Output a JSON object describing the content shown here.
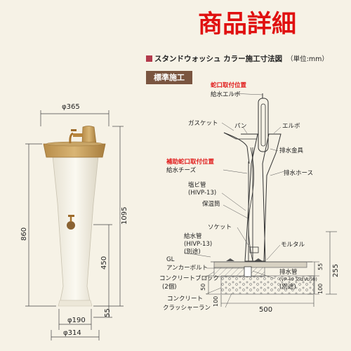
{
  "header": {
    "title": "商品詳細"
  },
  "diagram": {
    "subtitle": "スタンドウォッシュ カラー施工寸法図",
    "unit": "（単位:mm）",
    "badge": "標準施工",
    "labels": {
      "faucet_position": "蛇口取付位置",
      "water_elbow": "給水エルボ",
      "gasket": "ガスケット",
      "pan": "パン",
      "elbow": "エルボ",
      "drain_fitting": "排水金具",
      "aux_faucet_position": "補助蛇口取付位置",
      "water_tee": "給水チーズ",
      "drain_hose": "排水ホース",
      "pvc_pipe_1": "塩ビ管",
      "pvc_pipe_2": "(HIVP-13)",
      "insulation": "保温筒",
      "socket": "ソケット",
      "supply_pipe_1": "給水管",
      "supply_pipe_2": "(HIVP-13)",
      "supply_pipe_3": "(別途)",
      "mortar": "モルタル",
      "gl": "GL",
      "anchor_bolt": "アンカーボルト",
      "drain_pipe_1": "排水管",
      "drain_pipe_2": "(VP-40 又はVU50)",
      "drain_pipe_3": "(別途)",
      "concrete_block_1": "コンクリートブロック",
      "concrete_block_2": "(2個)",
      "concrete": "コンクリート",
      "crusher_run": "クラッシャーラン"
    },
    "dimensions": {
      "top_diameter": "φ365",
      "base_diameter": "φ190",
      "foot_diameter": "φ314",
      "overall_height": "1095",
      "body_height": "860",
      "aux_height": "450",
      "base_height": "55",
      "base_width": "500",
      "ground_top": "55",
      "ground_depth": "255",
      "slab_50": "50",
      "slab_100": "100",
      "slab_100_left": "100"
    }
  }
}
